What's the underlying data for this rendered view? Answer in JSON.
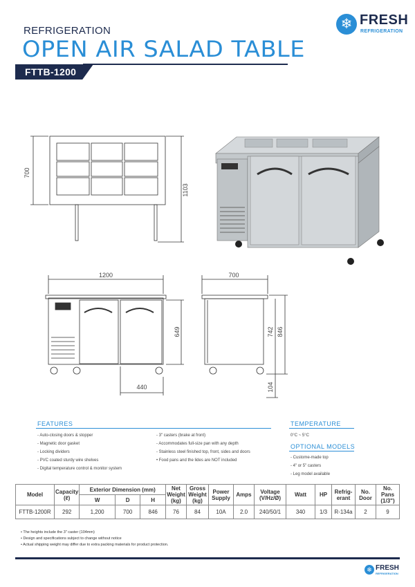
{
  "header": {
    "category": "REFRIGERATION",
    "title": "OPEN AIR SALAD TABLE",
    "model": "FTTB-1200"
  },
  "logo": {
    "name": "FRESH",
    "sub": "REFRIGERATION",
    "icon": "snowflake-icon"
  },
  "dimensions": {
    "top_view_height": "700",
    "top_view_total_height": "1103",
    "front_width": "1200",
    "side_depth": "700",
    "front_body_height": "649",
    "side_counter_height": "742",
    "side_total_height": "846",
    "caster_height": "104",
    "front_offset": "440"
  },
  "features": {
    "heading": "FEATURES",
    "col1": [
      "- Auto-closing doors & stopper",
      "- Magnetic door gasket",
      "- Locking dividers",
      "- PVC coated sturdy wire shelves",
      "- Digital temperature control & monitor system"
    ],
    "col2": [
      "- 3\" casters (brake at front)",
      "- Accommodates full-size pan with any depth",
      "- Stainless steel finished top, front, sides and doors",
      "• Food pans and the lides are NOT included"
    ]
  },
  "temperature": {
    "heading": "TEMPERATURE",
    "value": "0°C ~ 5°C"
  },
  "optional": {
    "heading": "OPTIONAL MODELS",
    "items": [
      "- Custome-made top",
      "- 4\" or 5\" casters",
      "- Leg model available"
    ]
  },
  "spec_table": {
    "headers": {
      "model": "Model",
      "capacity": "Capacity (ℓ)",
      "exterior": "Exterior Dimension (mm)",
      "w": "W",
      "d": "D",
      "h": "H",
      "net": "Net Weight (kg)",
      "gross": "Gross Weight (kg)",
      "power": "Power Supply",
      "amps": "Amps",
      "voltage": "Voltage (V/Hz/Ø)",
      "watt": "Watt",
      "hp": "HP",
      "refrigerant": "Refrig- erant",
      "door": "No. Door",
      "pans": "No. Pans (1/3\")"
    },
    "row": {
      "model": "FTTB-1200R",
      "capacity": "292",
      "w": "1,200",
      "d": "700",
      "h": "846",
      "net": "76",
      "gross": "84",
      "power": "10A",
      "amps": "2.0",
      "voltage": "240/50/1",
      "watt": "340",
      "hp": "1/3",
      "refrigerant": "R-134a",
      "door": "2",
      "pans": "9"
    }
  },
  "notes": [
    "• The heights include the 3\" caster (104mm)",
    "• Design and specifications subject to change without notice",
    "• Actual shipping weight may differ due to extra packing materials for product protection."
  ],
  "colors": {
    "navy": "#1d2b4e",
    "blue": "#2a8ed6"
  }
}
